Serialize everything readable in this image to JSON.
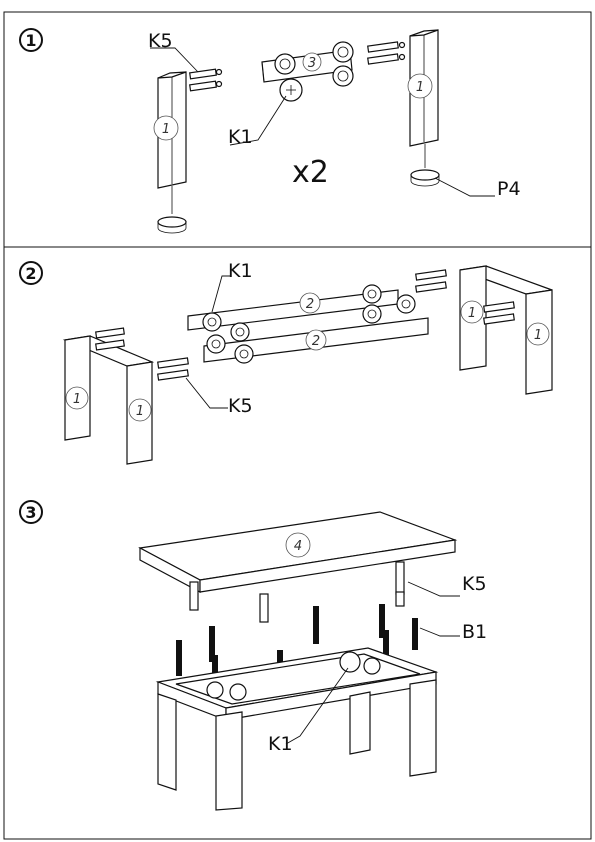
{
  "steps": [
    {
      "number": "1",
      "multiplier": "x2",
      "labels": {
        "k5": "K5",
        "k1": "K1",
        "p4": "P4"
      },
      "part_numbers": {
        "leg_left": "1",
        "leg_right": "1",
        "rail": "3"
      }
    },
    {
      "number": "2",
      "labels": {
        "k1": "K1",
        "k5": "K5"
      },
      "part_numbers": {
        "rail_top": "2",
        "rail_bottom": "2",
        "leg_a": "1",
        "leg_b": "1",
        "leg_c": "1",
        "leg_d": "1"
      }
    },
    {
      "number": "3",
      "labels": {
        "k5": "K5",
        "b1": "B1",
        "k1": "K1"
      },
      "part_numbers": {
        "top": "4"
      }
    }
  ]
}
